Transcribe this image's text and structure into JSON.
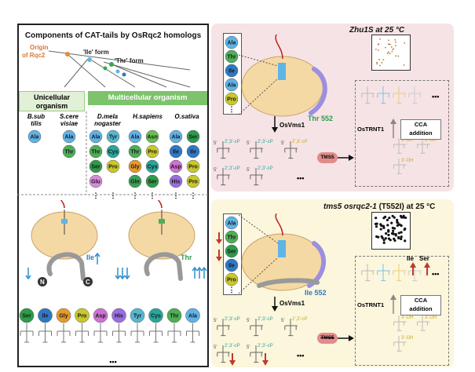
{
  "left": {
    "title": "Components of CAT-tails by OsRqc2 homologs",
    "origin_label_line1": "Origin",
    "origin_label_line2": "of Rqc2",
    "ile_form": "'Ile' form",
    "thr_form": "'Thr' form",
    "unicellular": "Unicellular organism",
    "multicellular": "Multicellular organism",
    "species": [
      {
        "line1": "B.sub",
        "line2": "tilis",
        "aas": [
          "Ala"
        ]
      },
      {
        "line1": "S.cere",
        "line2": "visiae",
        "aas": [
          "Ala",
          "Thr"
        ]
      },
      {
        "line1": "D.mela",
        "line2": "nogaster",
        "aas": [
          "Ala",
          "Thr",
          "Ser",
          "Glu"
        ],
        "aas2": [
          "Tyr",
          "Cys",
          "Pro"
        ]
      },
      {
        "line1": "H.sapiens",
        "line2": "",
        "aas": [
          "Ala",
          "Thr",
          "Gly",
          "Gln"
        ],
        "aas2": [
          "Asn",
          "Pro",
          "Cys",
          "Ser"
        ]
      },
      {
        "line1": "O.sativa",
        "line2": "",
        "aas": [
          "Ala",
          "Ile",
          "Asp",
          "His"
        ],
        "aas2": [
          "Ser",
          "Ile",
          "Pro",
          "Pro"
        ]
      }
    ],
    "ribo_ile_label": "Ile",
    "ribo_thr_label": "Thr",
    "n_label": "N",
    "c_label": "C",
    "bottom_row": [
      "Ser",
      "Ile",
      "Gly",
      "Pro",
      "Asp",
      "His",
      "Tyr",
      "Cys",
      "Thr",
      "Ala"
    ],
    "ellipsis": "•••"
  },
  "top_panel": {
    "strain": "Zhu1S at 25 °C",
    "column_aas": [
      "Ala",
      "Thr",
      "Ile",
      "Ala",
      "Pro"
    ],
    "thr_site": "Thr 552",
    "enzyme1": "OsVms1",
    "enzyme2": "OsTRNT1",
    "tms5": "TMS5",
    "cca_line1": "CCA",
    "cca_line2": "addition",
    "ends": [
      "2',3'-cP",
      "2',3'-cP",
      "2',3'-cP",
      "2',3'-cP",
      "2',3'-cP"
    ],
    "ends_right": [
      "3'-OH",
      "3'-OH",
      "3'-OH"
    ],
    "ellipsis": "•••"
  },
  "bottom_panel": {
    "strain_italic": "tms5 osrqc2-1",
    "strain_rest": "(T552I) at 25 °C",
    "column_aas": [
      "Ala",
      "Thr",
      "Ser",
      "Ile",
      "Pro"
    ],
    "ile_site": "Ile 552",
    "enzyme1": "OsVms1",
    "enzyme2": "OsTRNT1",
    "tms5": "TMS5",
    "cca_line1": "CCA",
    "cca_line2": "addition",
    "ile_label": "Ile",
    "ser_label": "Ser",
    "ends": [
      "2',3'-cP",
      "2',3'-cP",
      "2',3'-cP",
      "2',3'-cP",
      "2',3'-cP"
    ],
    "ends_right": [
      "3'-OH",
      "3'-OH",
      "3'-OH"
    ],
    "ellipsis": "•••"
  },
  "colors": {
    "Ala": "#5fb2e6",
    "Thr": "#4fae57",
    "Ser": "#2e9b4a",
    "Ile": "#2f78c4",
    "Pro": "#c9c82c",
    "Gly": "#e59a2c",
    "Asp": "#cf70d3",
    "His": "#9a6ee0",
    "Tyr": "#57b7d1",
    "Cys": "#2aa59a",
    "Glu": "#d98ad8",
    "Gln": "#3a9e57",
    "Asn": "#67bf4f",
    "top_bg": "#f6e3e5",
    "bottom_bg": "#fbf6dc",
    "uni_bg": "#e3f0d8",
    "multi_bg": "#7cc36c",
    "tail_purple": "#9b8fe0"
  }
}
